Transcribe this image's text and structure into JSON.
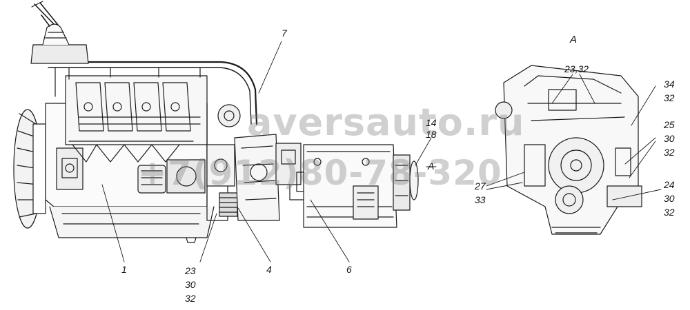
{
  "view_label": "А",
  "watermark": {
    "site": "aversauto.ru",
    "phone": "+7(912)80-78-320"
  },
  "callouts": {
    "c1": "1",
    "c4": "4",
    "c6": "6",
    "c7": "7",
    "c14_18": [
      "14",
      "18"
    ],
    "view_ref": "А",
    "c23_30_32": [
      "23",
      "30",
      "32"
    ],
    "c23_32": "23,32",
    "c34_32": [
      "34",
      "32"
    ],
    "c25_30_32": [
      "25",
      "30",
      "32"
    ],
    "c27_33": [
      "27",
      "33"
    ],
    "c24_30_32": [
      "24",
      "30",
      "32"
    ]
  }
}
